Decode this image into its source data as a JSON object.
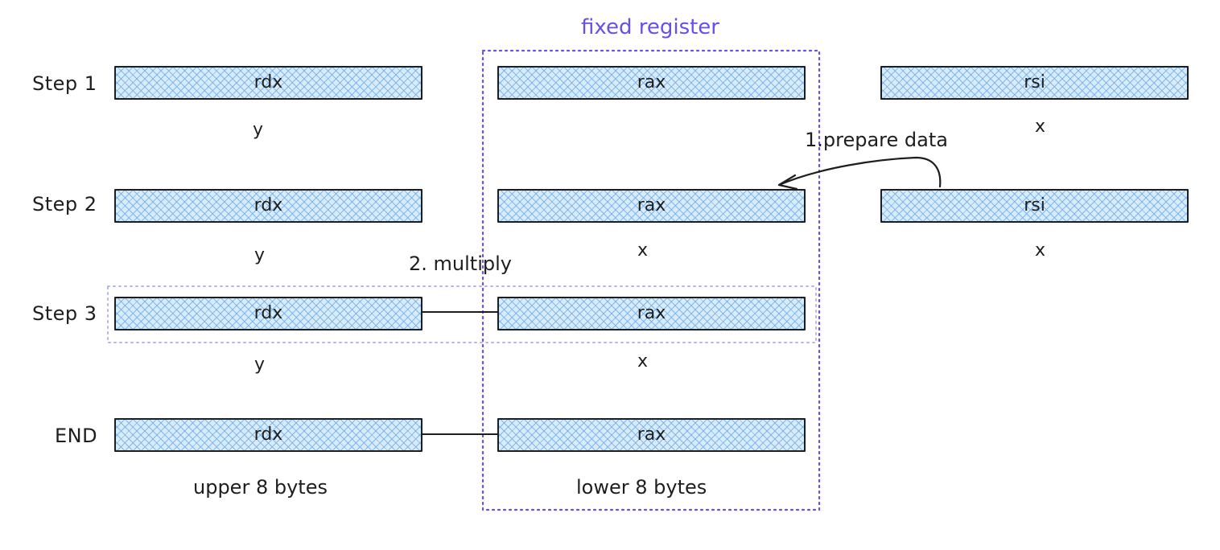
{
  "title": "fixed register",
  "steps": [
    {
      "label": "Step 1",
      "regs": [
        "rdx",
        "rax",
        "rsi"
      ],
      "values": [
        "y",
        "",
        "x"
      ]
    },
    {
      "label": "Step 2",
      "regs": [
        "rdx",
        "rax",
        "rsi"
      ],
      "values": [
        "y",
        "x",
        "x"
      ]
    },
    {
      "label": "Step 3",
      "regs": [
        "rdx",
        "rax"
      ],
      "values": [
        "y",
        "x"
      ]
    },
    {
      "label": "END",
      "regs": [
        "rdx",
        "rax"
      ],
      "values": [
        "upper 8 bytes",
        "lower 8 bytes"
      ]
    }
  ],
  "annotations": {
    "prepare": "1.prepare data",
    "multiply": "2. multiply"
  },
  "colors": {
    "accent": "#6a4ee8",
    "box_fill": "#d6ebfb",
    "hatch": "#78afe6",
    "stroke": "#1e1e1e"
  }
}
